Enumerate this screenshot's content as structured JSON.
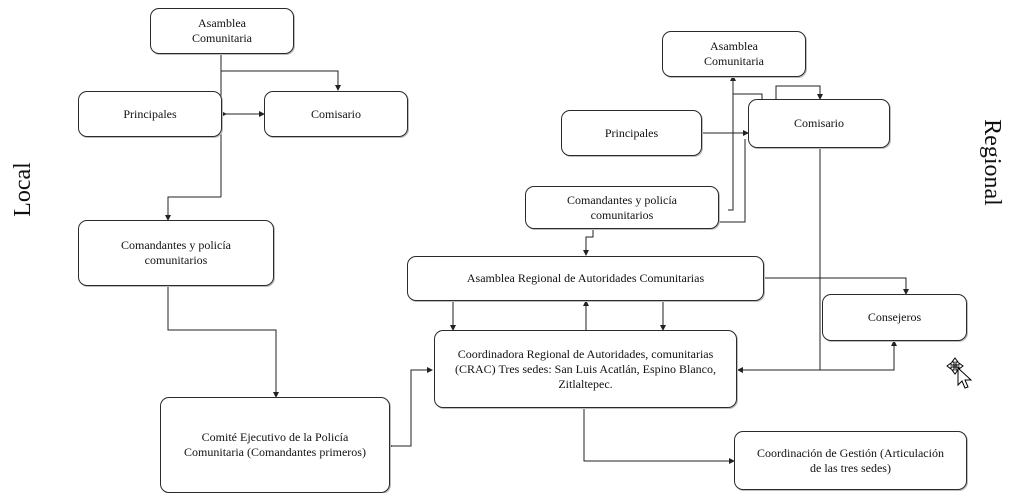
{
  "labels": {
    "local": "Local",
    "regional": "Regional"
  },
  "local": {
    "asamblea": "Asamblea Comunitaria",
    "principales": "Principales",
    "comisario": "Comisario",
    "comandantes": "Comandantes y policía comunitarios",
    "comite": "Comité Ejecutivo de la Policía Comunitaria  (Comandantes primeros)"
  },
  "regional": {
    "asamblea": "Asamblea Comunitaria",
    "principales": "Principales",
    "comisario": "Comisario",
    "comandantes": "Comandantes y policía comunitarios",
    "asamblea_regional": "Asamblea Regional de Autoridades Comunitarias",
    "consejeros": "Consejeros",
    "crac": "Coordinadora Regional de Autoridades, comunitarias (CRAC) Tres sedes: San Luis Acatlán, Espino Blanco, Zitlaltepec.",
    "coordinacion": "Coordinación de Gestión (Articulación de las tres sedes)"
  },
  "icons": {
    "cursor": "move-cursor-icon"
  }
}
